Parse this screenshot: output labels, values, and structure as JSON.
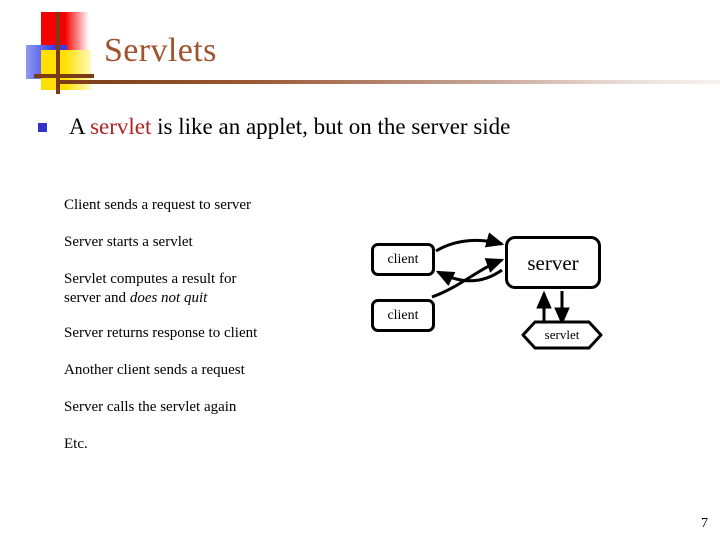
{
  "slide": {
    "title": "Servlets",
    "page_number": "7",
    "title_color": "#a0522d",
    "accent_color": "#7a3b15",
    "keyword_color": "#b22222",
    "bullet_color": "#3333cc"
  },
  "logo": {
    "red_swatch": "#f50000",
    "yellow_swatch": "#ffe000",
    "blue_swatch": "#3a3ae8",
    "cross_color": "#7a3b15"
  },
  "bullet": {
    "lead": "A ",
    "keyword": "servlet",
    "rest": " is like an applet, but on the server side"
  },
  "body": {
    "lines": [
      {
        "text": "Client sends a request to server"
      },
      {
        "text": "Server starts a servlet"
      },
      {
        "text": "Servlet computes a result for\nserver and ",
        "italic_tail": "does not quit"
      },
      {
        "text": "Server returns response to client"
      },
      {
        "text": "Another client sends a request"
      },
      {
        "text": "Server calls the servlet again"
      },
      {
        "text": "Etc."
      }
    ]
  },
  "diagram": {
    "client_1_label": "client",
    "client_2_label": "client",
    "server_label": "server",
    "servlet_label": "servlet",
    "stroke_color": "#000000",
    "edges": [
      {
        "from": "client_1",
        "to": "server",
        "kind": "request-curve"
      },
      {
        "from": "server",
        "to": "client_1",
        "kind": "response-curve"
      },
      {
        "from": "client_2",
        "to": "server",
        "kind": "request-curve"
      },
      {
        "from": "server",
        "to": "servlet",
        "kind": "call-straight"
      },
      {
        "from": "servlet",
        "to": "server",
        "kind": "return-straight"
      }
    ]
  }
}
